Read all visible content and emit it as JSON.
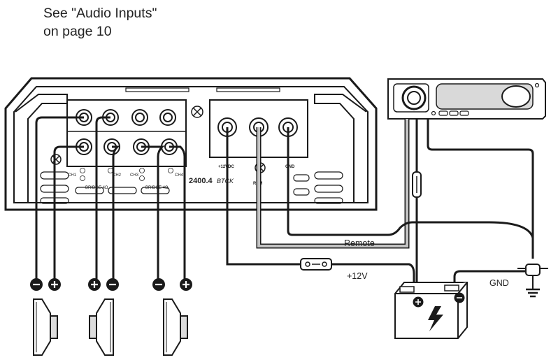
{
  "note": {
    "line1": "See \"Audio Inputs\"",
    "line2": "on page 10"
  },
  "amp": {
    "model": "2400.4",
    "model_suffix": "BTCK",
    "ch1": "CH1",
    "ch2": "CH2",
    "ch3": "CH3",
    "ch4": "CH4",
    "bridge_a": "BRIDGE 4Ω",
    "bridge_b": "BRIDGE 4Ω",
    "power_label": "+12VDC",
    "rem_label": "REM",
    "gnd_label": "GND"
  },
  "wires": {
    "remote_label": "Remote",
    "plus12v_label": "+12V",
    "gnd_label": "GND"
  },
  "colors": {
    "line": "#1a1a1a",
    "remote_wire": "#a8a8a8",
    "fill_light": "#f2f2f2"
  }
}
